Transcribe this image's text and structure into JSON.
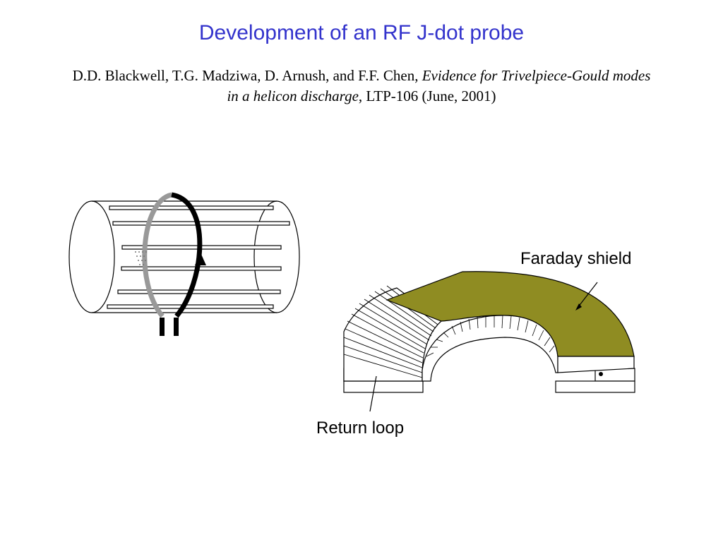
{
  "slide": {
    "title": "Development of an RF J-dot probe",
    "citation": {
      "authors": "D.D. Blackwell, T.G. Madziwa, D. Arnush, and F.F. Chen, ",
      "italic_title": "Evidence for Trivelpiece-Gould modes in a helicon discharge",
      "rest": ", LTP-106 (June, 2001)"
    }
  },
  "diagram": {
    "faraday_label": "Faraday shield",
    "return_label": "Return loop",
    "colors": {
      "shield": "#8f8c22",
      "loop_front": "#000000",
      "loop_back": "#999999",
      "accent_title": "#3333cc"
    }
  }
}
